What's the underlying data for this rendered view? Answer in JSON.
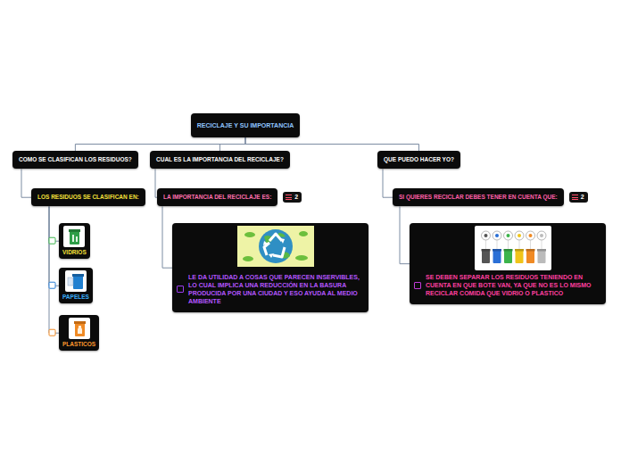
{
  "diagram": {
    "nodes": [
      {
        "text": [
          "RECICLAJE Y SU IMPORTANCIA"
        ]
      },
      {
        "text": [
          "COMO SE CLASIFICAN LOS RESIDUOS?"
        ]
      },
      {
        "text": [
          "CUAL ES LA IMPORTANCIA DEL RECICLAJE?"
        ]
      },
      {
        "text": [
          "QUE PUEDO HACER YO?"
        ]
      },
      {
        "text": [
          "LOS RESIDUOS SE CLASIFICAN EN:"
        ]
      },
      {
        "text": [
          "VIDRIOS"
        ]
      },
      {
        "text": [
          "PAPELES"
        ]
      },
      {
        "text": [
          "PLASTICOS"
        ]
      },
      {
        "text": [
          "LA IMPORTANCIA DEL RECICLAJE ES:"
        ]
      },
      {
        "text": [
          "LE DA UTILIDAD A COSAS QUE PARECEN INSERVIBLES, LO CUAL IMPLICA UNA REDUCCIÓN EN LA BASURA PRODUCIDA POR UNA CIUDAD Y ESO AYUDA AL MEDIO AMBIENTE"
        ]
      },
      {
        "text": [
          "SI QUIERES RECICLAR DEBES TENER EN CUENTA QUE:"
        ]
      },
      {
        "text": [
          "SE DEBEN SEPARAR LOS RESIDUOS TENIENDO EN CUENTA EN QUE BOTE VAN, YA QUE NO ES LO MISMO RECICLAR COMIDA QUE VIDRIO O PLASTICO"
        ]
      }
    ],
    "edges": [
      {
        "from": 0,
        "to": 1,
        "arrow": "none"
      },
      {
        "from": 0,
        "to": 2,
        "arrow": "none"
      },
      {
        "from": 0,
        "to": 3,
        "arrow": "none"
      },
      {
        "from": 1,
        "to": 4,
        "arrow": "none"
      },
      {
        "from": 4,
        "to": 5,
        "arrow": "none"
      },
      {
        "from": 4,
        "to": 6,
        "arrow": "none"
      },
      {
        "from": 4,
        "to": 7,
        "arrow": "none"
      },
      {
        "from": 2,
        "to": 8,
        "arrow": "none"
      },
      {
        "from": 8,
        "to": 9,
        "arrow": "none"
      },
      {
        "from": 3,
        "to": 10,
        "arrow": "none"
      },
      {
        "from": 10,
        "to": 11,
        "arrow": "none"
      }
    ],
    "labels": [
      "2",
      "2"
    ]
  }
}
